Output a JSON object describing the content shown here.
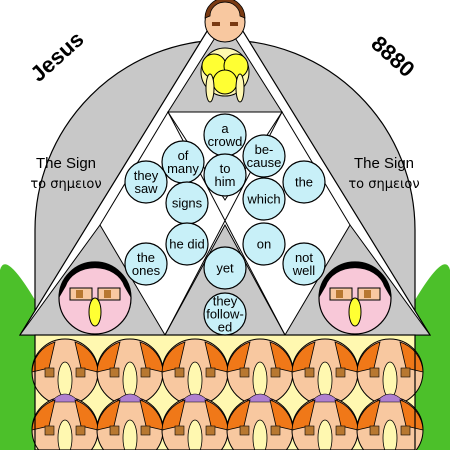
{
  "labels": {
    "left_corner": "Jesus",
    "right_corner": "8880",
    "left_title": "The Sign",
    "left_greek": "το σημειον",
    "right_title": "The Sign",
    "right_greek": "το σημειον"
  },
  "bubbles": [
    {
      "id": "a-crowd",
      "lines": [
        "a",
        "crowd"
      ]
    },
    {
      "id": "of-many",
      "lines": [
        "of",
        "many"
      ]
    },
    {
      "id": "because",
      "lines": [
        "be-",
        "cause"
      ]
    },
    {
      "id": "they-saw",
      "lines": [
        "they",
        "saw"
      ]
    },
    {
      "id": "to-him",
      "lines": [
        "to",
        "him"
      ]
    },
    {
      "id": "the",
      "lines": [
        "the"
      ]
    },
    {
      "id": "signs",
      "lines": [
        "signs"
      ]
    },
    {
      "id": "which",
      "lines": [
        "which"
      ]
    },
    {
      "id": "he-did",
      "lines": [
        "he did"
      ]
    },
    {
      "id": "on",
      "lines": [
        "on"
      ]
    },
    {
      "id": "the-ones",
      "lines": [
        "the",
        "ones"
      ]
    },
    {
      "id": "yet",
      "lines": [
        "yet"
      ]
    },
    {
      "id": "not-well",
      "lines": [
        "not",
        "well"
      ]
    },
    {
      "id": "they-followed",
      "lines": [
        "they",
        "follow-",
        "ed"
      ]
    }
  ],
  "colors": {
    "background": "#ffffff",
    "arch": "#c8c8c8",
    "grass": "#4cc02a",
    "bubble_fill": "#c8f0f8",
    "pale_yellow": "#fff8b0",
    "yellow": "#ffff33",
    "orange": "#f07818",
    "skin": "#f8c8a0",
    "pink": "#f8c8d8",
    "purple": "#b080d0",
    "brown": "#b87830",
    "hair": "#7a3a12"
  }
}
